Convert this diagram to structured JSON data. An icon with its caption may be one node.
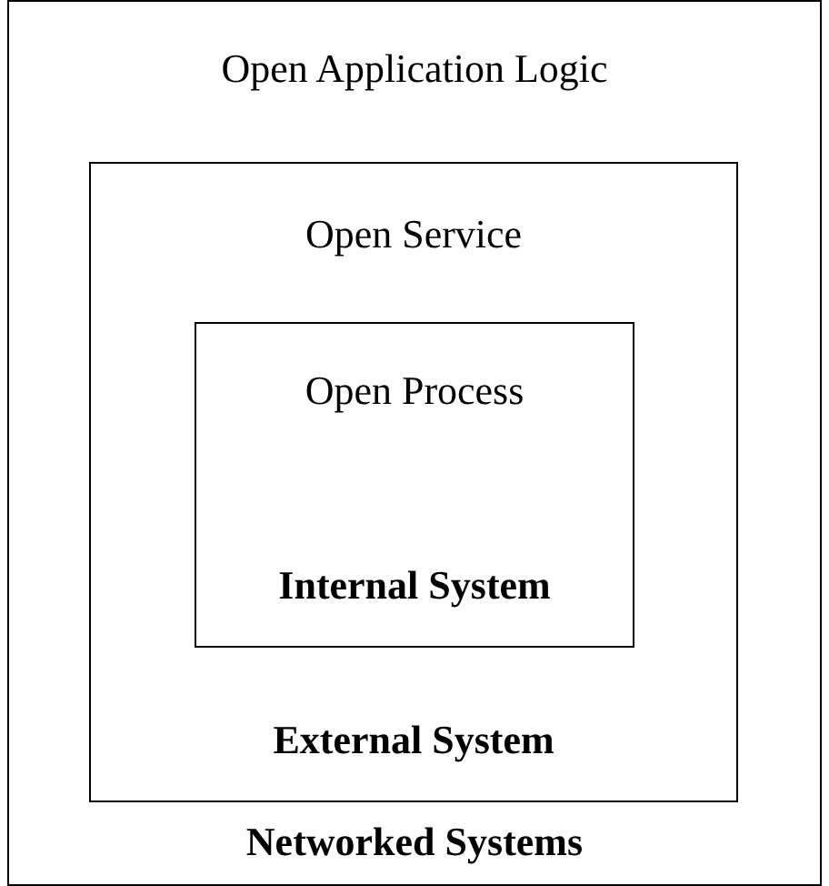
{
  "diagram": {
    "nodes": [
      {
        "text": [
          "Open Application Logic",
          "Networked Systems"
        ]
      },
      {
        "text": [
          "Open Service",
          "External System"
        ],
        "in": 0
      },
      {
        "text": [
          "Open Process",
          "Internal System"
        ],
        "in": 1
      }
    ]
  }
}
